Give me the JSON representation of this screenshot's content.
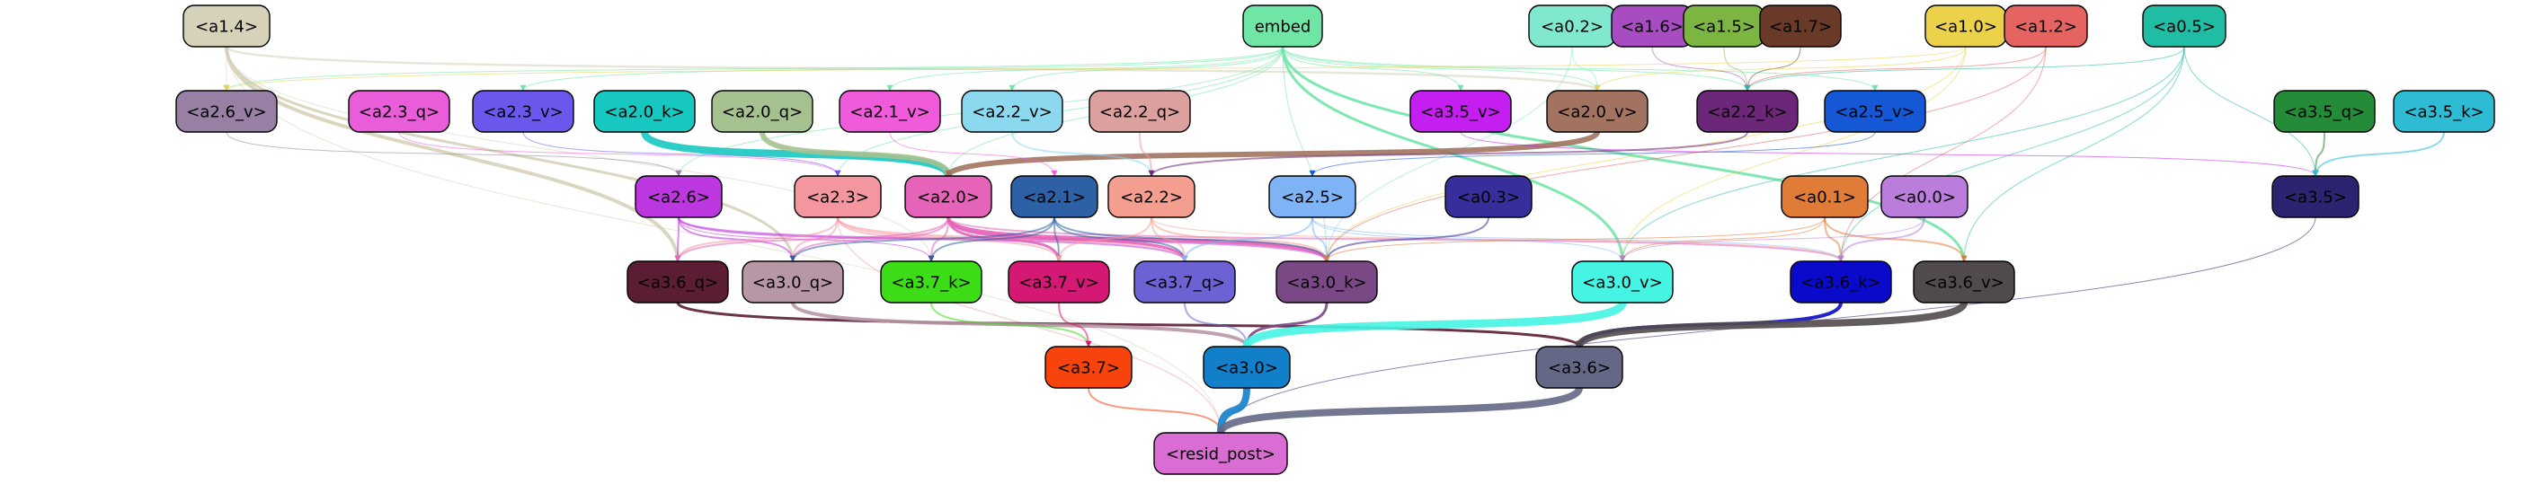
{
  "graph": {
    "nodes": [
      {
        "id": "embed",
        "label": "embed",
        "fill": "#6fe6a6",
        "text": "#000000"
      },
      {
        "id": "a1_4",
        "label": "<a1.4>",
        "fill": "#d6d1b9",
        "text": "#000000"
      },
      {
        "id": "a0_2",
        "label": "<a0.2>",
        "fill": "#7fe8cf",
        "text": "#000000"
      },
      {
        "id": "a1_6",
        "label": "<a1.6>",
        "fill": "#a84cc1",
        "text": "#000000"
      },
      {
        "id": "a1_5",
        "label": "<a1.5>",
        "fill": "#7cb542",
        "text": "#000000"
      },
      {
        "id": "a1_7",
        "label": "<a1.7>",
        "fill": "#693a28",
        "text": "#000000"
      },
      {
        "id": "a1_0",
        "label": "<a1.0>",
        "fill": "#ecd14a",
        "text": "#000000"
      },
      {
        "id": "a1_2",
        "label": "<a1.2>",
        "fill": "#e56462",
        "text": "#000000"
      },
      {
        "id": "a0_5",
        "label": "<a0.5>",
        "fill": "#20bca4",
        "text": "#000000"
      },
      {
        "id": "a2_6_v",
        "label": "<a2.6_v>",
        "fill": "#9780a4",
        "text": "#000000"
      },
      {
        "id": "a2_3_q",
        "label": "<a2.3_q>",
        "fill": "#e95ddb",
        "text": "#000000"
      },
      {
        "id": "a2_3_v",
        "label": "<a2.3_v>",
        "fill": "#6a58ec",
        "text": "#000000"
      },
      {
        "id": "a2_0_k",
        "label": "<a2.0_k>",
        "fill": "#17c8c1",
        "text": "#000000"
      },
      {
        "id": "a2_0_q",
        "label": "<a2.0_q>",
        "fill": "#a5c190",
        "text": "#000000"
      },
      {
        "id": "a2_1_v",
        "label": "<a2.1_v>",
        "fill": "#ef5bda",
        "text": "#000000"
      },
      {
        "id": "a2_2_v",
        "label": "<a2.2_v>",
        "fill": "#8bd8ef",
        "text": "#000000"
      },
      {
        "id": "a2_2_q",
        "label": "<a2.2_q>",
        "fill": "#dca09e",
        "text": "#000000"
      },
      {
        "id": "a3_5_v",
        "label": "<a3.5_v>",
        "fill": "#c41ef0",
        "text": "#000000"
      },
      {
        "id": "a2_0_v",
        "label": "<a2.0_v>",
        "fill": "#a27360",
        "text": "#000000"
      },
      {
        "id": "a2_2_k",
        "label": "<a2.2_k>",
        "fill": "#6c2779",
        "text": "#000000"
      },
      {
        "id": "a2_5_v",
        "label": "<a2.5_v>",
        "fill": "#1558d6",
        "text": "#000000"
      },
      {
        "id": "a3_5_q",
        "label": "<a3.5_q>",
        "fill": "#248b38",
        "text": "#000000"
      },
      {
        "id": "a3_5_k",
        "label": "<a3.5_k>",
        "fill": "#2ebcd5",
        "text": "#000000"
      },
      {
        "id": "a2_6",
        "label": "<a2.6>",
        "fill": "#bd37e0",
        "text": "#000000"
      },
      {
        "id": "a2_3",
        "label": "<a2.3>",
        "fill": "#f496a0",
        "text": "#000000"
      },
      {
        "id": "a2_0",
        "label": "<a2.0>",
        "fill": "#e563b8",
        "text": "#000000"
      },
      {
        "id": "a2_1",
        "label": "<a2.1>",
        "fill": "#2d60a4",
        "text": "#000000"
      },
      {
        "id": "a2_2",
        "label": "<a2.2>",
        "fill": "#f49e8f",
        "text": "#000000"
      },
      {
        "id": "a2_5",
        "label": "<a2.5>",
        "fill": "#7eb4f5",
        "text": "#000000"
      },
      {
        "id": "a0_3",
        "label": "<a0.3>",
        "fill": "#382e9b",
        "text": "#000000"
      },
      {
        "id": "a0_1",
        "label": "<a0.1>",
        "fill": "#e07c38",
        "text": "#000000"
      },
      {
        "id": "a0_0",
        "label": "<a0.0>",
        "fill": "#bb7ddb",
        "text": "#000000"
      },
      {
        "id": "a3_5",
        "label": "<a3.5>",
        "fill": "#2c2470",
        "text": "#000000"
      },
      {
        "id": "a3_6_q",
        "label": "<a3.6_q>",
        "fill": "#5b1d34",
        "text": "#000000"
      },
      {
        "id": "a3_0_q",
        "label": "<a3.0_q>",
        "fill": "#b796a5",
        "text": "#000000"
      },
      {
        "id": "a3_7_k",
        "label": "<a3.7_k>",
        "fill": "#3cdc17",
        "text": "#000000"
      },
      {
        "id": "a3_7_v",
        "label": "<a3.7_v>",
        "fill": "#d41874",
        "text": "#000000"
      },
      {
        "id": "a3_7_q",
        "label": "<a3.7_q>",
        "fill": "#6d62d4",
        "text": "#000000"
      },
      {
        "id": "a3_0_k",
        "label": "<a3.0_k>",
        "fill": "#7b4886",
        "text": "#000000"
      },
      {
        "id": "a3_0_v",
        "label": "<a3.0_v>",
        "fill": "#45f4e2",
        "text": "#000000"
      },
      {
        "id": "a3_6_k",
        "label": "<a3.6_k>",
        "fill": "#0a0acb",
        "text": "#000000"
      },
      {
        "id": "a3_6_v",
        "label": "<a3.6_v>",
        "fill": "#514a4c",
        "text": "#000000"
      },
      {
        "id": "a3_7",
        "label": "<a3.7>",
        "fill": "#f7440c",
        "text": "#000000"
      },
      {
        "id": "a3_0",
        "label": "<a3.0>",
        "fill": "#127fcb",
        "text": "#000000"
      },
      {
        "id": "a3_6",
        "label": "<a3.6>",
        "fill": "#646886",
        "text": "#000000"
      },
      {
        "id": "resid_post",
        "label": "<resid_post>",
        "fill": "#da6dd3",
        "text": "#000000"
      }
    ],
    "edges": [
      {
        "from": "a1_4",
        "to": "a3_6_q",
        "color": "#d6d1b9",
        "weight": 4
      },
      {
        "from": "a1_4",
        "to": "a3_0_q",
        "color": "#d6d1b9",
        "weight": 3
      },
      {
        "from": "a1_4",
        "to": "a2_0_v",
        "color": "#d6d1b9",
        "weight": 2.5
      },
      {
        "from": "a1_4",
        "to": "a2_6_v",
        "color": "#d6d1b9",
        "weight": 1
      },
      {
        "from": "a1_4",
        "to": "resid_post",
        "color": "#d6d1b9",
        "weight": 1
      },
      {
        "from": "a1_4",
        "to": "a3_7_k",
        "color": "#d6d1b9",
        "weight": 1
      },
      {
        "from": "embed",
        "to": "a3_0_v",
        "color": "#6fe6a6",
        "weight": 3
      },
      {
        "from": "embed",
        "to": "a3_6_v",
        "color": "#6fe6a6",
        "weight": 3
      },
      {
        "from": "embed",
        "to": "a2_2_k",
        "color": "#6fe6a6",
        "weight": 1
      },
      {
        "from": "embed",
        "to": "a2_0_v",
        "color": "#6fe6a6",
        "weight": 1
      },
      {
        "from": "embed",
        "to": "a2_0",
        "color": "#6fe6a6",
        "weight": 1
      },
      {
        "from": "embed",
        "to": "a2_6",
        "color": "#6fe6a6",
        "weight": 1
      },
      {
        "from": "embed",
        "to": "a2_3",
        "color": "#6fe6a6",
        "weight": 1
      },
      {
        "from": "embed",
        "to": "a3_0_k",
        "color": "#6fe6a6",
        "weight": 1
      },
      {
        "from": "embed",
        "to": "a2_5_v",
        "color": "#6fe6a6",
        "weight": 1
      },
      {
        "from": "embed",
        "to": "a2_6_v",
        "color": "#6fe6a6",
        "weight": 1
      },
      {
        "from": "embed",
        "to": "a2_3_v",
        "color": "#6fe6a6",
        "weight": 1
      },
      {
        "from": "embed",
        "to": "a2_1_v",
        "color": "#6fe6a6",
        "weight": 1
      },
      {
        "from": "embed",
        "to": "a2_2_v",
        "color": "#6fe6a6",
        "weight": 1
      },
      {
        "from": "embed",
        "to": "a3_5_v",
        "color": "#6fe6a6",
        "weight": 1
      },
      {
        "from": "a0_2",
        "to": "a2_0_v",
        "color": "#7fe8cf",
        "weight": 1
      },
      {
        "from": "a0_2",
        "to": "a3_0_k",
        "color": "#7fe8cf",
        "weight": 1
      },
      {
        "from": "a1_6",
        "to": "a2_2_k",
        "color": "#a84cc1",
        "weight": 1
      },
      {
        "from": "a1_5",
        "to": "a2_2_k",
        "color": "#7cb542",
        "weight": 1
      },
      {
        "from": "a1_7",
        "to": "a2_2_k",
        "color": "#693a28",
        "weight": 1
      },
      {
        "from": "a1_0",
        "to": "a2_0_v",
        "color": "#ecd14a",
        "weight": 1
      },
      {
        "from": "a1_0",
        "to": "a2_6_v",
        "color": "#ecd14a",
        "weight": 1
      },
      {
        "from": "a1_0",
        "to": "a3_0_v",
        "color": "#ecd14a",
        "weight": 1
      },
      {
        "from": "a1_0",
        "to": "a3_0_k",
        "color": "#ecd14a",
        "weight": 1
      },
      {
        "from": "a1_2",
        "to": "a2_2_k",
        "color": "#e56462",
        "weight": 1
      },
      {
        "from": "a1_2",
        "to": "a3_6_k",
        "color": "#e56462",
        "weight": 1
      },
      {
        "from": "a1_2",
        "to": "a3_0_k",
        "color": "#e56462",
        "weight": 1
      },
      {
        "from": "a0_5",
        "to": "a2_2_k",
        "color": "#20bca4",
        "weight": 1
      },
      {
        "from": "a0_5",
        "to": "a3_6_v",
        "color": "#20bca4",
        "weight": 1
      },
      {
        "from": "a0_5",
        "to": "a3_6_k",
        "color": "#20bca4",
        "weight": 1
      },
      {
        "from": "a0_5",
        "to": "a3_0_v",
        "color": "#20bca4",
        "weight": 1
      },
      {
        "from": "a0_5",
        "to": "a3_5",
        "color": "#20bca4",
        "weight": 1
      },
      {
        "from": "a2_0_k",
        "to": "a2_0",
        "color": "#17c8c1",
        "weight": 8
      },
      {
        "from": "a2_0_q",
        "to": "a2_0",
        "color": "#a5c190",
        "weight": 6
      },
      {
        "from": "a2_0_v",
        "to": "a2_0",
        "color": "#a27360",
        "weight": 6
      },
      {
        "from": "a2_3_q",
        "to": "a2_3",
        "color": "#e95ddb",
        "weight": 1
      },
      {
        "from": "a2_3_v",
        "to": "a2_3",
        "color": "#6a58ec",
        "weight": 1
      },
      {
        "from": "a2_1_v",
        "to": "a2_1",
        "color": "#ef5bda",
        "weight": 1
      },
      {
        "from": "a2_2_v",
        "to": "a2_2",
        "color": "#8bd8ef",
        "weight": 2
      },
      {
        "from": "a2_2_q",
        "to": "a2_2",
        "color": "#dca09e",
        "weight": 2
      },
      {
        "from": "a2_2_k",
        "to": "a2_2",
        "color": "#6c2779",
        "weight": 2
      },
      {
        "from": "a2_5_v",
        "to": "a2_5",
        "color": "#1558d6",
        "weight": 1
      },
      {
        "from": "a2_6_v",
        "to": "a2_6",
        "color": "#9780a4",
        "weight": 1
      },
      {
        "from": "a3_5_v",
        "to": "a3_5",
        "color": "#c41ef0",
        "weight": 1
      },
      {
        "from": "a3_5_q",
        "to": "a3_5",
        "color": "#248b38",
        "weight": 2
      },
      {
        "from": "a3_5_k",
        "to": "a3_5",
        "color": "#2ebcd5",
        "weight": 2
      },
      {
        "from": "a2_6",
        "to": "a3_6_q",
        "color": "#bd37e0",
        "weight": 2
      },
      {
        "from": "a2_6",
        "to": "a3_0_q",
        "color": "#bd37e0",
        "weight": 2
      },
      {
        "from": "a2_6",
        "to": "a3_7_q",
        "color": "#bd37e0",
        "weight": 2
      },
      {
        "from": "a2_6",
        "to": "a3_0_k",
        "color": "#bd37e0",
        "weight": 2
      },
      {
        "from": "a2_6",
        "to": "a3_7_k",
        "color": "#bd37e0",
        "weight": 1
      },
      {
        "from": "a2_3",
        "to": "a3_6_q",
        "color": "#f496a0",
        "weight": 2
      },
      {
        "from": "a2_3",
        "to": "a3_0_q",
        "color": "#f496a0",
        "weight": 2
      },
      {
        "from": "a2_3",
        "to": "a3_7_v",
        "color": "#f496a0",
        "weight": 2
      },
      {
        "from": "a2_3",
        "to": "a3_7_q",
        "color": "#f496a0",
        "weight": 2
      },
      {
        "from": "a2_3",
        "to": "a3_0_k",
        "color": "#f496a0",
        "weight": 2
      },
      {
        "from": "a2_3",
        "to": "resid_post",
        "color": "#f496a0",
        "weight": 1
      },
      {
        "from": "a2_0",
        "to": "a3_0_k",
        "color": "#e563b8",
        "weight": 4
      },
      {
        "from": "a2_0",
        "to": "a3_7_q",
        "color": "#e563b8",
        "weight": 3
      },
      {
        "from": "a2_0",
        "to": "a3_7_v",
        "color": "#e563b8",
        "weight": 3
      },
      {
        "from": "a2_0",
        "to": "a3_7_k",
        "color": "#e563b8",
        "weight": 2
      },
      {
        "from": "a2_0",
        "to": "a3_0_q",
        "color": "#e563b8",
        "weight": 2
      },
      {
        "from": "a2_0",
        "to": "a3_6_q",
        "color": "#e563b8",
        "weight": 2
      },
      {
        "from": "a2_0",
        "to": "a3_6_k",
        "color": "#e563b8",
        "weight": 2
      },
      {
        "from": "a2_1",
        "to": "a3_7_k",
        "color": "#2d60a4",
        "weight": 2
      },
      {
        "from": "a2_1",
        "to": "a3_7_q",
        "color": "#2d60a4",
        "weight": 2
      },
      {
        "from": "a2_1",
        "to": "a3_7_v",
        "color": "#2d60a4",
        "weight": 2
      },
      {
        "from": "a2_1",
        "to": "a3_0_k",
        "color": "#2d60a4",
        "weight": 2
      },
      {
        "from": "a2_1",
        "to": "a3_0_q",
        "color": "#2d60a4",
        "weight": 2
      },
      {
        "from": "a2_2",
        "to": "a3_7_q",
        "color": "#f49e8f",
        "weight": 2
      },
      {
        "from": "a2_2",
        "to": "a3_0_k",
        "color": "#f49e8f",
        "weight": 2
      },
      {
        "from": "a2_2",
        "to": "a3_7_v",
        "color": "#f49e8f",
        "weight": 2
      },
      {
        "from": "a2_2",
        "to": "a3_6_k",
        "color": "#f49e8f",
        "weight": 1
      },
      {
        "from": "a2_5",
        "to": "a3_0_k",
        "color": "#7eb4f5",
        "weight": 2
      },
      {
        "from": "a2_5",
        "to": "a3_7_q",
        "color": "#7eb4f5",
        "weight": 2
      },
      {
        "from": "a2_5",
        "to": "a3_0_v",
        "color": "#7eb4f5",
        "weight": 1
      },
      {
        "from": "a2_5",
        "to": "a3_6_k",
        "color": "#7eb4f5",
        "weight": 1
      },
      {
        "from": "a0_3",
        "to": "a3_0_k",
        "color": "#382e9b",
        "weight": 2
      },
      {
        "from": "a0_1",
        "to": "a3_6_v",
        "color": "#e07c38",
        "weight": 2
      },
      {
        "from": "a0_1",
        "to": "a3_6_k",
        "color": "#e07c38",
        "weight": 2
      },
      {
        "from": "a0_1",
        "to": "a3_0_v",
        "color": "#e07c38",
        "weight": 1
      },
      {
        "from": "a0_1",
        "to": "a3_0_k",
        "color": "#e07c38",
        "weight": 1
      },
      {
        "from": "a0_0",
        "to": "a3_6_k",
        "color": "#bb7ddb",
        "weight": 2
      },
      {
        "from": "a0_0",
        "to": "a3_0_v",
        "color": "#bb7ddb",
        "weight": 1
      },
      {
        "from": "a3_5",
        "to": "resid_post",
        "color": "#2c2470",
        "weight": 1
      },
      {
        "from": "a3_6_q",
        "to": "a3_6",
        "color": "#5b1d34",
        "weight": 3
      },
      {
        "from": "a3_0_q",
        "to": "a3_0",
        "color": "#b796a5",
        "weight": 4
      },
      {
        "from": "a3_7_k",
        "to": "a3_7",
        "color": "#3cdc17",
        "weight": 2
      },
      {
        "from": "a3_7_v",
        "to": "a3_7",
        "color": "#d41874",
        "weight": 2
      },
      {
        "from": "a3_7_q",
        "to": "a3_0",
        "color": "#6d62d4",
        "weight": 2
      },
      {
        "from": "a3_0_k",
        "to": "a3_0",
        "color": "#7b4886",
        "weight": 3
      },
      {
        "from": "a3_0_v",
        "to": "a3_0",
        "color": "#45f4e2",
        "weight": 9
      },
      {
        "from": "a3_6_k",
        "to": "a3_6",
        "color": "#0a0acb",
        "weight": 4
      },
      {
        "from": "a3_6_v",
        "to": "a3_6",
        "color": "#514a4c",
        "weight": 8
      },
      {
        "from": "a3_7",
        "to": "resid_post",
        "color": "#f7440c",
        "weight": 2
      },
      {
        "from": "a3_0",
        "to": "resid_post",
        "color": "#127fcb",
        "weight": 8
      },
      {
        "from": "a3_6",
        "to": "resid_post",
        "color": "#646886",
        "weight": 8
      }
    ]
  }
}
